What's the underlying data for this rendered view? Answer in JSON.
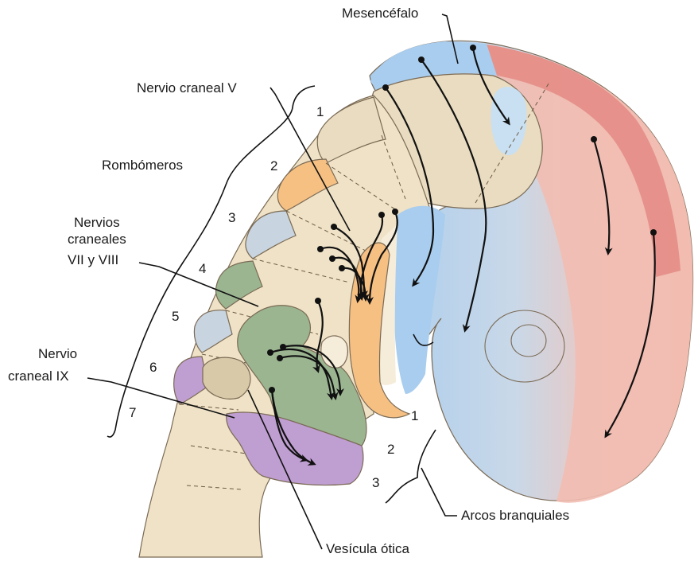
{
  "labels": {
    "mesencefalo": "Mesencéfalo",
    "nervio_v": "Nervio craneal V",
    "rombomeros": "Rombómeros",
    "nervios_vii_viii_1": "Nervios",
    "nervios_vii_viii_2": "craneales",
    "nervios_vii_viii_3": "VII y VIII",
    "nervio_ix_1": "Nervio",
    "nervio_ix_2": "craneal IX",
    "vesicula": "Vesícula ótica",
    "arcos": "Arcos branquiales"
  },
  "rhombomere_numbers": [
    "1",
    "2",
    "3",
    "4",
    "5",
    "6",
    "7"
  ],
  "arch_numbers": [
    "1",
    "2",
    "3"
  ],
  "colors": {
    "tissue": "#efe2c6",
    "blue": "#a9cdee",
    "pink": "#f0b6ac",
    "red_band": "#e48a84",
    "orange": "#f6c083",
    "green": "#9bb591",
    "purple": "#bf9ed1",
    "light_blue": "#c8dbe8"
  }
}
